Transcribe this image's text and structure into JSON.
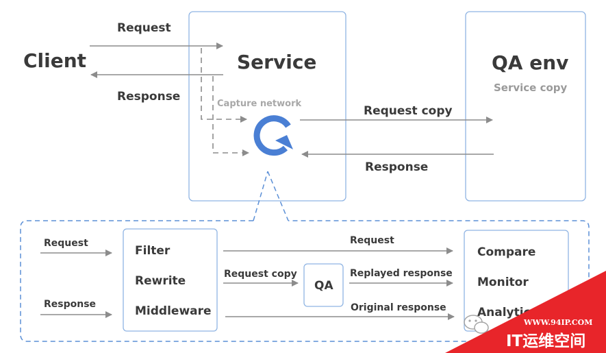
{
  "top": {
    "client_label": "Client",
    "request_label": "Request",
    "response_label": "Response",
    "service_label": "Service",
    "capture_label": "Capture network",
    "request_copy_label": "Request copy",
    "response_back_label": "Response",
    "qa_env_label": "QA env",
    "service_copy_label": "Service copy"
  },
  "bottom": {
    "in_request_label": "Request",
    "in_response_label": "Response",
    "pipeline_items": [
      "Filter",
      "Rewrite",
      "Middleware"
    ],
    "request_label": "Request",
    "request_copy_label": "Request copy",
    "qa_label": "QA",
    "replayed_label": "Replayed response",
    "original_label": "Original response",
    "output_items": [
      "Compare",
      "Monitor",
      "Analytics"
    ]
  },
  "watermark": {
    "url": "WWW.94IP.COM",
    "title": "IT运维空间"
  },
  "colors": {
    "box_border": "#8fb4e3",
    "dashed_border": "#5b8fd6",
    "arrow": "#8c8c8c",
    "logo_blue": "#4a7fd4",
    "watermark_red": "#e8252a"
  },
  "icons": [
    "goreplay-logo-icon",
    "wechat-icon"
  ]
}
